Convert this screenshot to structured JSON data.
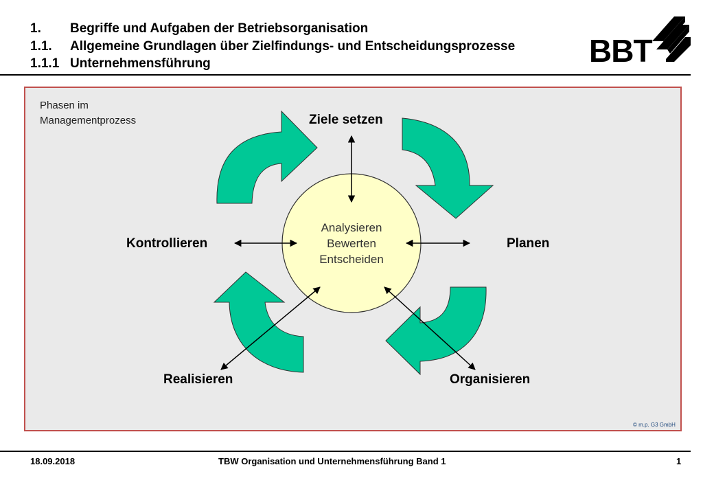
{
  "header": {
    "line1": {
      "num": "1.",
      "text": "Begriffe und Aufgaben der Betriebsorganisation"
    },
    "line2": {
      "num": "1.1.",
      "text": "Allgemeine Grundlagen über Zielfindungs- und Entscheidungsprozesse"
    },
    "line3": {
      "num": "1.1.1",
      "text": "Unternehmensführung"
    },
    "logo_text": "BBT"
  },
  "diagram": {
    "corner_label_line1": "Phasen im",
    "corner_label_line2": "Managementprozess",
    "center": [
      "Analysieren",
      "Bewerten",
      "Entscheiden"
    ],
    "phases": {
      "top": "Ziele setzen",
      "right": "Planen",
      "bottom_right": "Organisieren",
      "bottom_left": "Realisieren",
      "left": "Kontrollieren"
    },
    "copyright": "© m.p. G3 GmbH",
    "colors": {
      "arrow_fill": "#00c896",
      "center_fill": "#ffffc8",
      "panel_border": "#c0504d",
      "panel_background": "#eaeaea"
    }
  },
  "footer": {
    "date": "18.09.2018",
    "title": "TBW Organisation und Unternehmensführung Band 1",
    "page": "1"
  }
}
